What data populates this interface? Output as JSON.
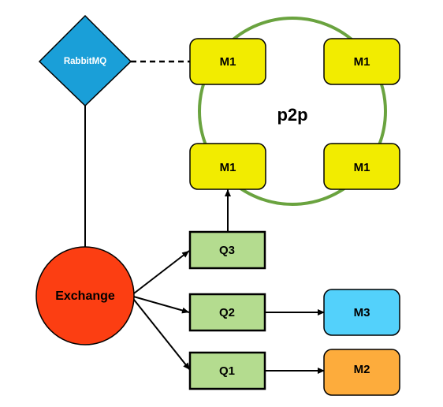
{
  "nodes": {
    "rabbitmq": {
      "label": "RabbitMQ",
      "color": "#1a9fd8"
    },
    "p2p_ring": {
      "label": "p2p",
      "color": "#6aa33f"
    },
    "m1_top_left": {
      "label": "M1",
      "color": "#f2ec00"
    },
    "m1_top_right": {
      "label": "M1",
      "color": "#f2ec00"
    },
    "m1_bottom_left": {
      "label": "M1",
      "color": "#f2ec00"
    },
    "m1_bottom_right": {
      "label": "M1",
      "color": "#f2ec00"
    },
    "exchange": {
      "label": "Exchange",
      "color": "#fc3e12"
    },
    "q3": {
      "label": "Q3",
      "color": "#b4dc8f"
    },
    "q2": {
      "label": "Q2",
      "color": "#b4dc8f"
    },
    "q1": {
      "label": "Q1",
      "color": "#b4dc8f"
    },
    "m3": {
      "label": "M3",
      "color": "#53d1fb"
    },
    "m2": {
      "label": "M2",
      "color": "#fdac3c"
    }
  },
  "edges": [
    {
      "from": "rabbitmq",
      "to": "m1_top_left",
      "style": "dashed"
    },
    {
      "from": "rabbitmq",
      "to": "exchange",
      "style": "solid"
    },
    {
      "from": "exchange",
      "to": "q3",
      "style": "arrow"
    },
    {
      "from": "exchange",
      "to": "q2",
      "style": "arrow"
    },
    {
      "from": "exchange",
      "to": "q1",
      "style": "arrow"
    },
    {
      "from": "q3",
      "to": "m1_bottom_left",
      "style": "arrow"
    },
    {
      "from": "q2",
      "to": "m3",
      "style": "arrow"
    },
    {
      "from": "q1",
      "to": "m2",
      "style": "arrow"
    }
  ]
}
